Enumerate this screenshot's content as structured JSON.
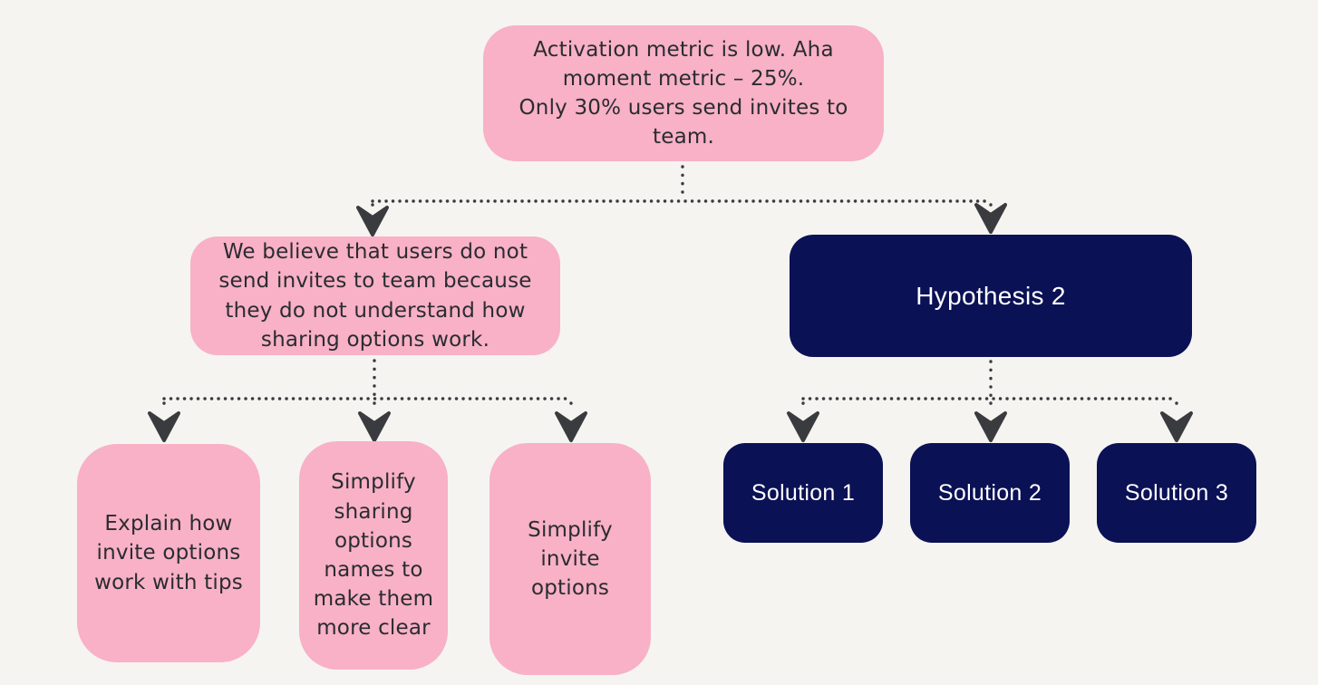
{
  "diagram": {
    "problem": {
      "label": "Activation metric is low. Aha moment metric – 25%.\nOnly 30% users send invites to team."
    },
    "hypothesis_1": {
      "label": "We believe that users do not send invites to team because they do not understand how sharing options work."
    },
    "hypothesis_2": {
      "label": "Hypothesis 2"
    },
    "hypothesis_1_solutions": [
      {
        "label": "Explain how invite options work with tips"
      },
      {
        "label": "Simplify sharing options names to make them more clear"
      },
      {
        "label": "Simplify invite options"
      }
    ],
    "hypothesis_2_solutions": [
      {
        "label": "Solution 1"
      },
      {
        "label": "Solution 2"
      },
      {
        "label": "Solution 3"
      }
    ]
  },
  "colors": {
    "background": "#f5f4f1",
    "pink": "#f8b1c6",
    "navy": "#0b1155",
    "connector": "#3a3b3e",
    "text_dark": "#2a2c31",
    "text_light": "#ffffff"
  }
}
